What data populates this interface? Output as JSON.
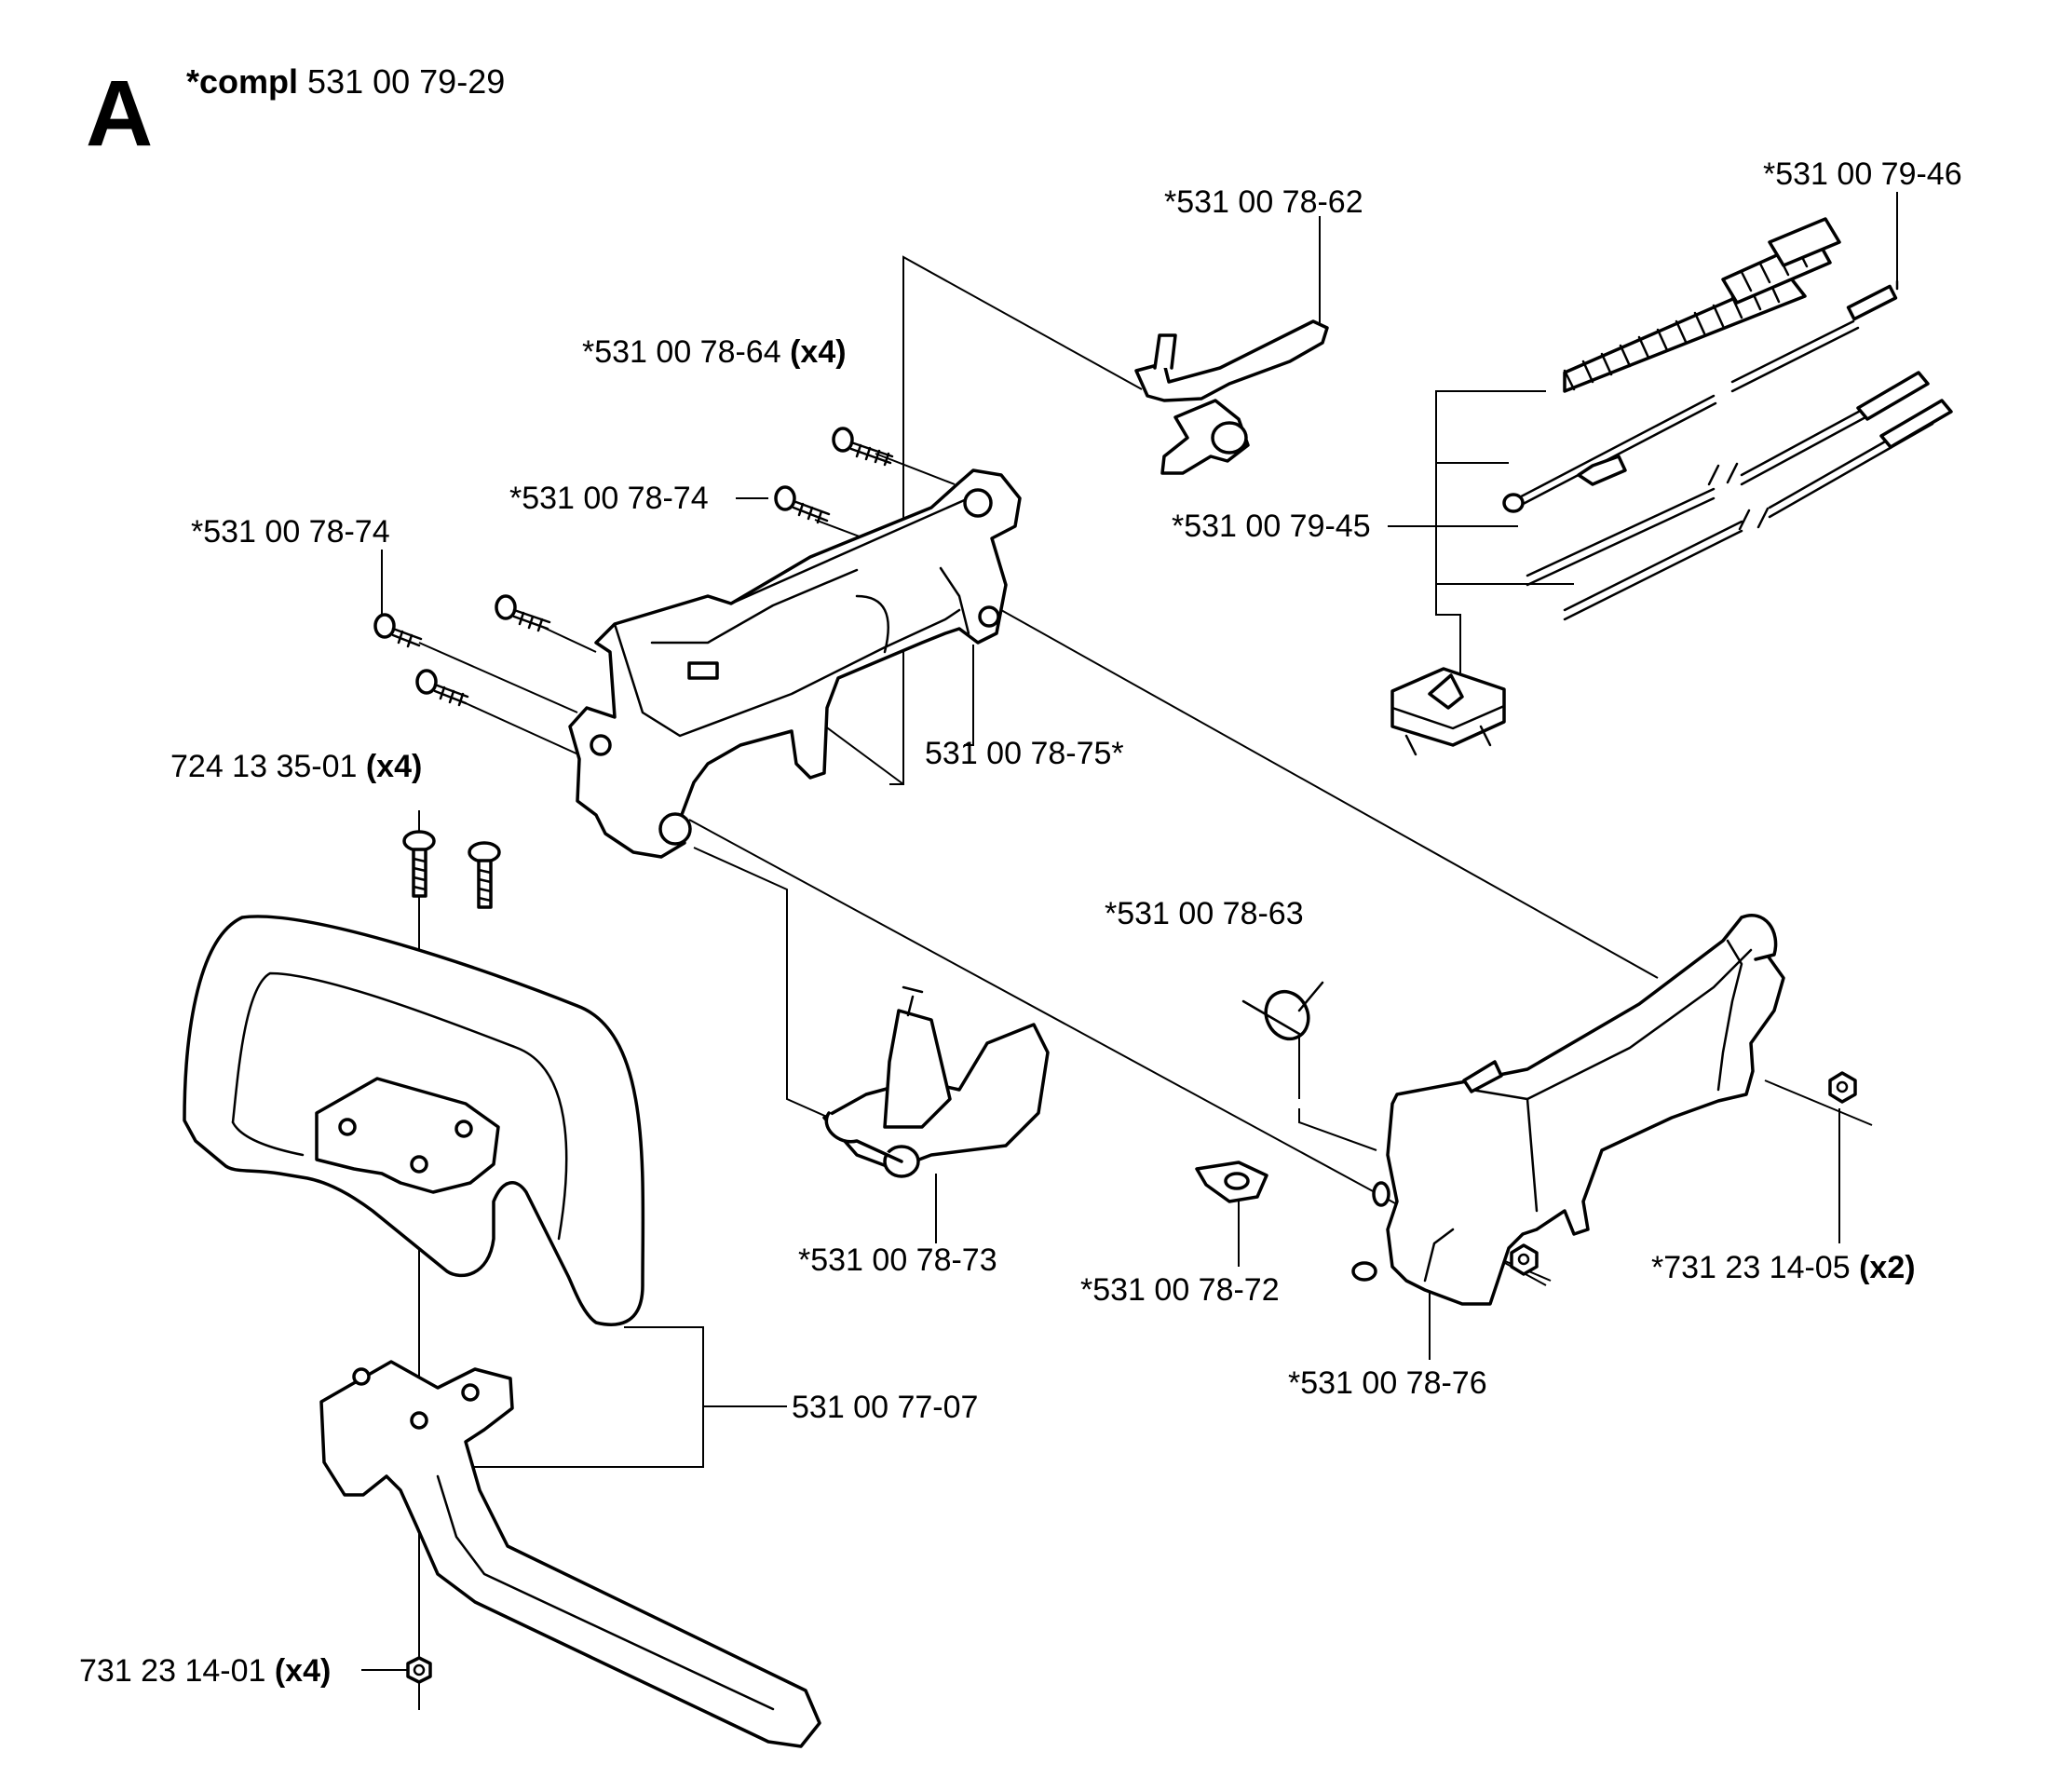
{
  "diagram": {
    "section_letter": "A",
    "title": {
      "bold": "*compl",
      "number": "531 00 79-29"
    },
    "callouts": [
      {
        "id": "p7862",
        "number": "*531 00 78-62",
        "qty": ""
      },
      {
        "id": "p7946",
        "number": "*531 00 79-46",
        "qty": ""
      },
      {
        "id": "p7864",
        "number": "*531 00 78-64",
        "qty": "(x4)"
      },
      {
        "id": "p7874a",
        "number": "*531 00 78-74",
        "qty": ""
      },
      {
        "id": "p7874b",
        "number": "*531 00 78-74",
        "qty": ""
      },
      {
        "id": "p7945",
        "number": "*531 00 79-45",
        "qty": ""
      },
      {
        "id": "p7875",
        "number": "531 00 78-75*",
        "qty": ""
      },
      {
        "id": "p133501",
        "number": "724 13 35-01",
        "qty": "(x4)"
      },
      {
        "id": "p7863",
        "number": "*531 00 78-63",
        "qty": ""
      },
      {
        "id": "p7873",
        "number": "*531 00 78-73",
        "qty": ""
      },
      {
        "id": "p7872",
        "number": "*531 00 78-72",
        "qty": ""
      },
      {
        "id": "p231405",
        "number": "*731 23 14-05",
        "qty": "(x2)"
      },
      {
        "id": "p7707",
        "number": "531 00 77-07",
        "qty": ""
      },
      {
        "id": "p7876",
        "number": "*531 00 78-76",
        "qty": ""
      },
      {
        "id": "p231401",
        "number": "731 23 14-01",
        "qty": "(x4)"
      }
    ]
  }
}
